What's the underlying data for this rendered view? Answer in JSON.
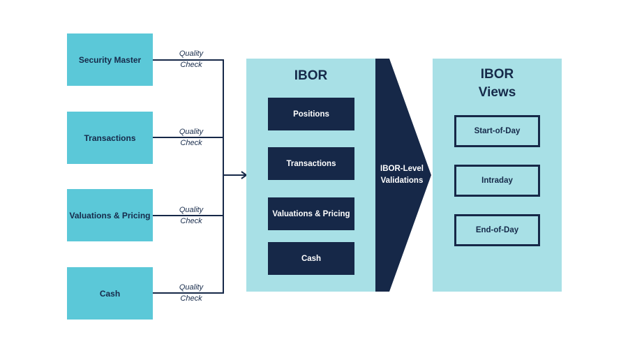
{
  "sources": [
    "Security Master",
    "Transactions",
    "Valuations & Pricing",
    "Cash"
  ],
  "quality_check": {
    "line1": "Quality",
    "line2": "Check"
  },
  "ibor": {
    "title": "IBOR",
    "items": [
      "Positions",
      "Transactions",
      "Valuations & Pricing",
      "Cash"
    ]
  },
  "validation": {
    "line1": "IBOR-Level",
    "line2": "Validations"
  },
  "views": {
    "title_line1": "IBOR",
    "title_line2": "Views",
    "items": [
      "Start-of-Day",
      "Intraday",
      "End-of-Day"
    ]
  },
  "colors": {
    "source_fill": "#5bc8d8",
    "panel_fill": "#a8e0e6",
    "navy": "#162848"
  }
}
